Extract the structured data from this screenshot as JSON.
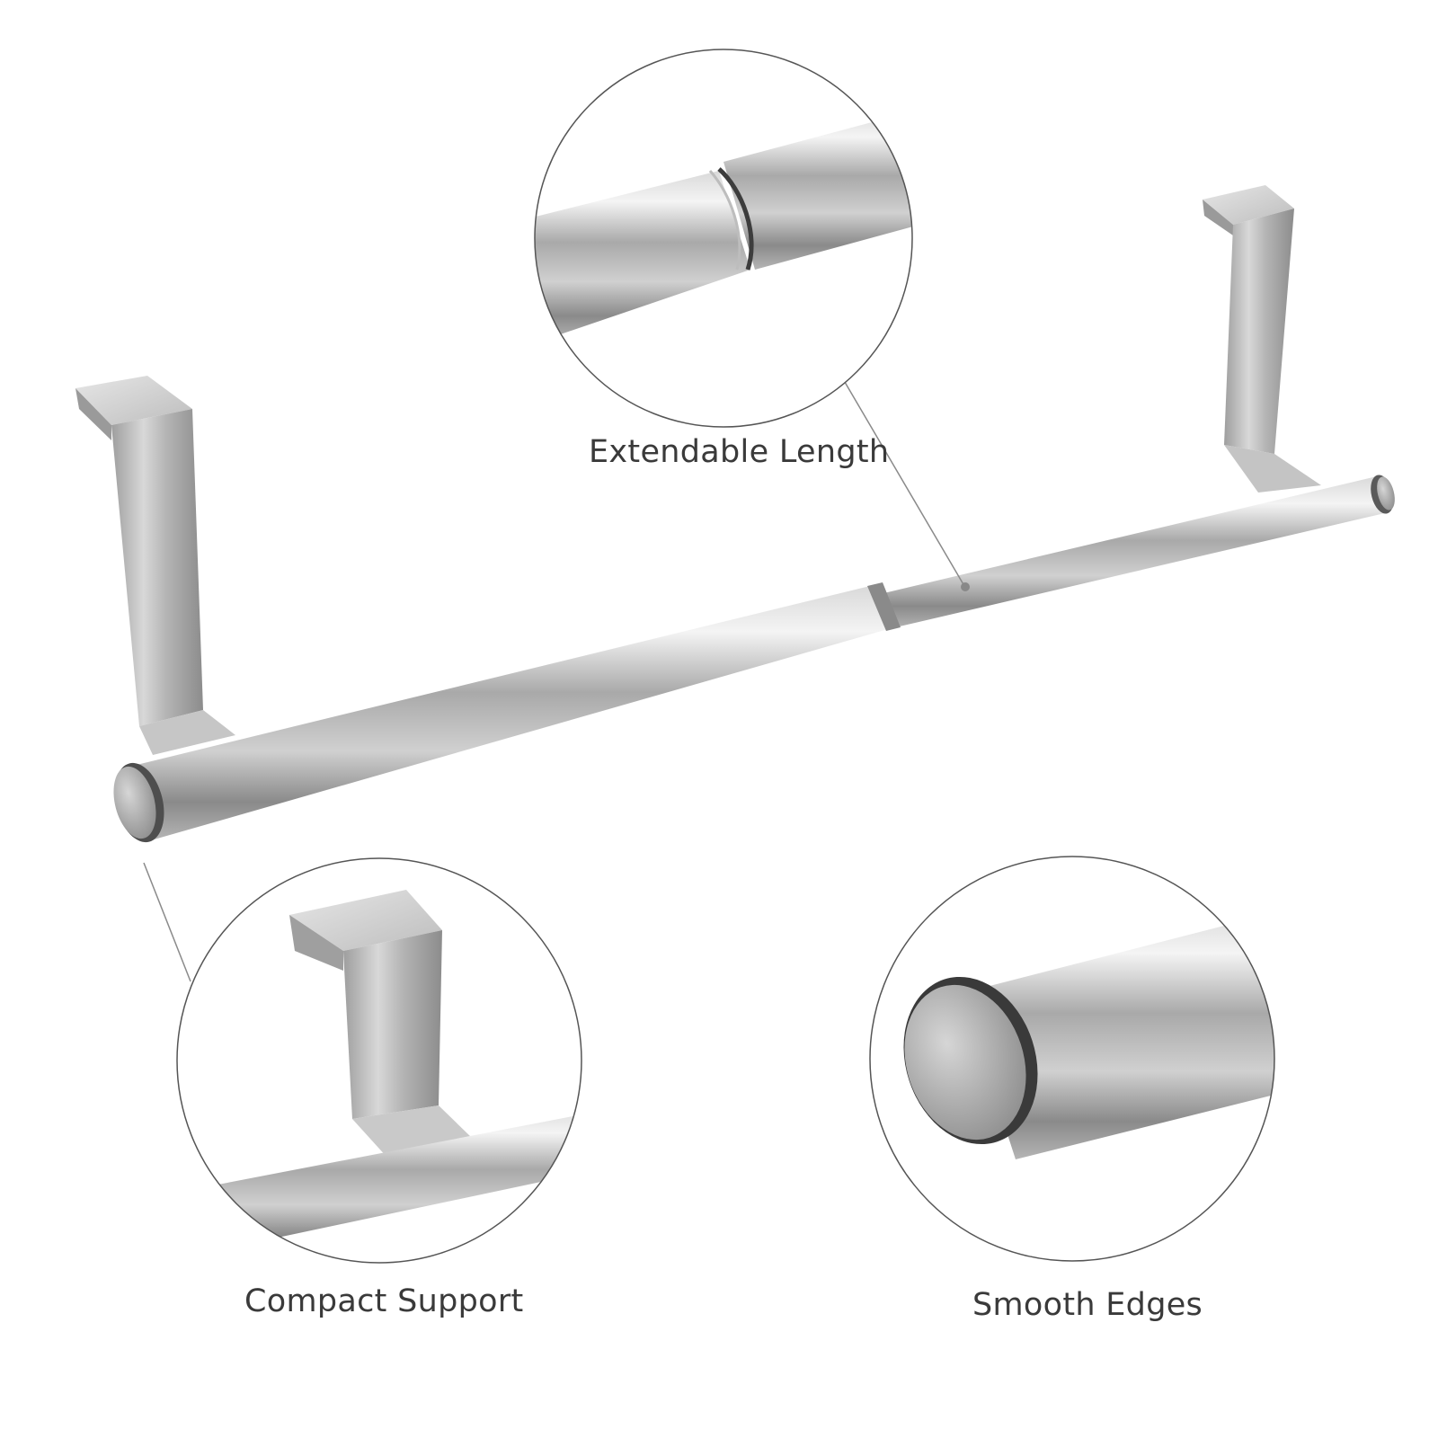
{
  "captions": {
    "extendable": "Extendable Length",
    "compact": "Compact Support",
    "smooth": "Smooth Edges"
  },
  "colors": {
    "background": "#ffffff",
    "steel_light": "#eaeaea",
    "steel_mid": "#b9b9b9",
    "steel_dark": "#7e7e7e",
    "callout_line": "#8a8a8a",
    "text": "#3a3a3a"
  }
}
